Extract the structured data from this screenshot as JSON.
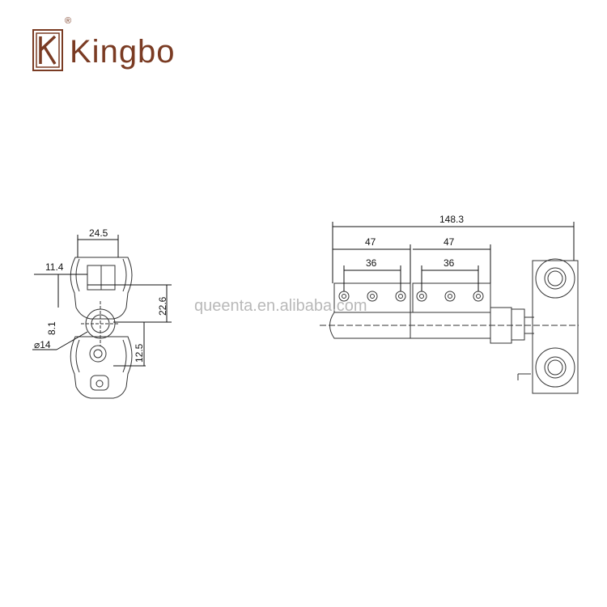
{
  "brand": {
    "name": "Kingbo",
    "registered": "®",
    "color": "#7a3b23"
  },
  "watermark": "queenta.en.alibaba.com",
  "side_view": {
    "dims": {
      "width_top": "24.5",
      "offset": "11.4",
      "height": "22.6",
      "center": "8.1",
      "diameter": "⌀14",
      "lower": "12.5"
    }
  },
  "front_view": {
    "dims": {
      "overall": "148.3",
      "left_span": "47",
      "right_span": "47",
      "left_hole": "36",
      "right_hole": "36"
    }
  }
}
